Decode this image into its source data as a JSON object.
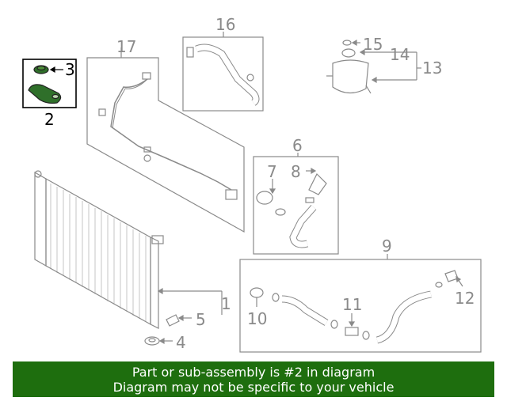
{
  "callouts": {
    "c1": "1",
    "c2": "2",
    "c3": "3",
    "c4": "4",
    "c5": "5",
    "c6": "6",
    "c7": "7",
    "c8": "8",
    "c9": "9",
    "c10": "10",
    "c11": "11",
    "c12": "12",
    "c13": "13",
    "c14": "14",
    "c15": "15",
    "c16": "16",
    "c17": "17"
  },
  "banner": {
    "line1": "Part or sub-assembly is #2 in diagram",
    "line2": "Diagram may not be specific to your vehicle"
  },
  "colors": {
    "line": "#8a8a8a",
    "highlight": "#2f6f2a",
    "banner_bg": "#1e6e0e",
    "banner_text": "#ffffff"
  }
}
